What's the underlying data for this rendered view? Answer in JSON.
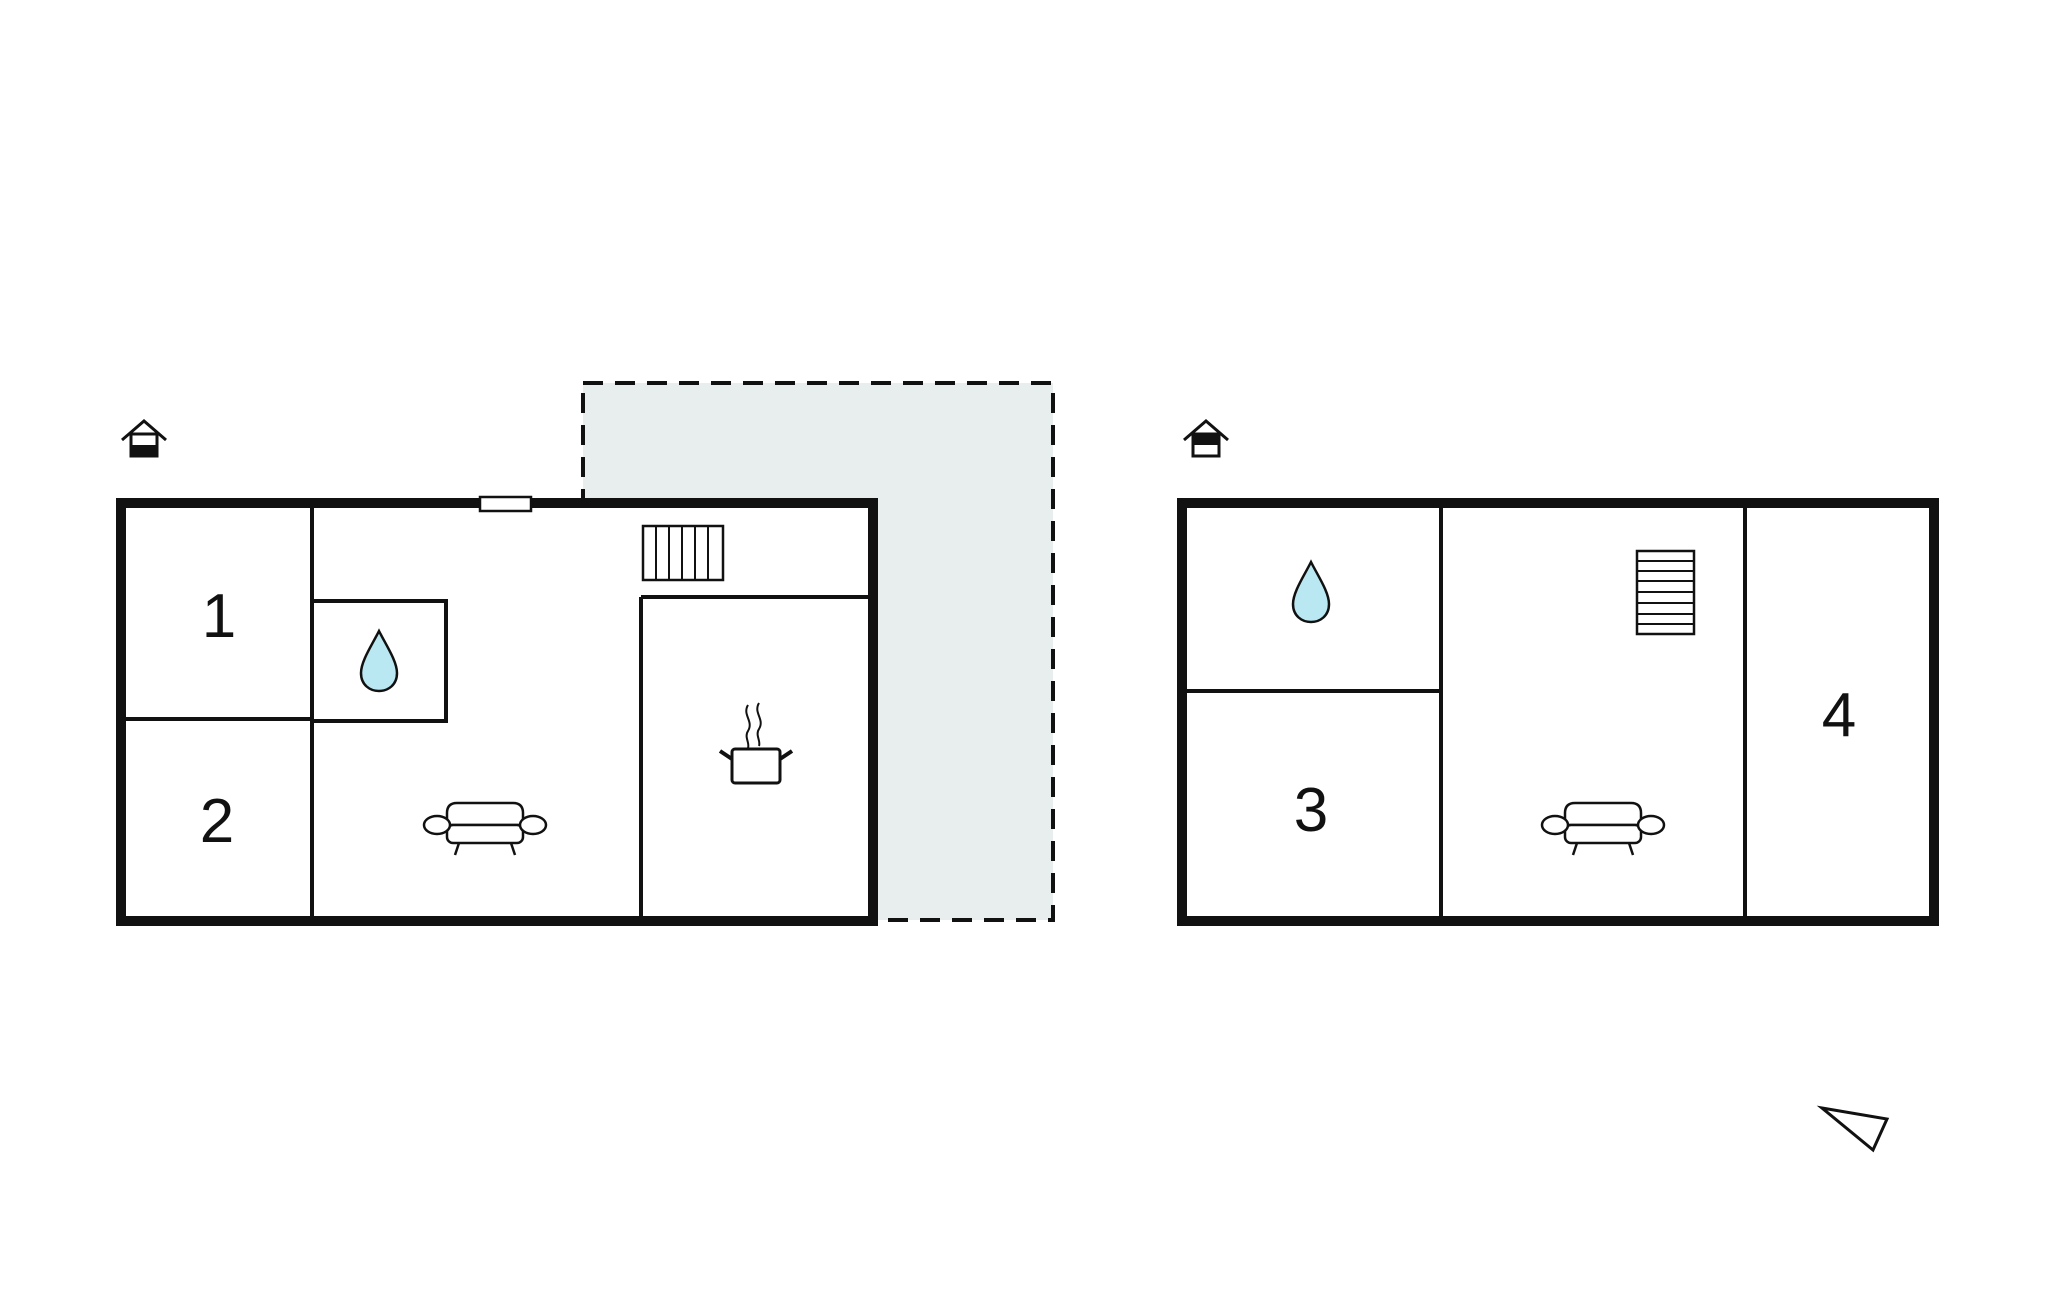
{
  "floor_plan": {
    "ground_floor": {
      "floor_icon": "floor-ground-icon",
      "rooms": [
        {
          "label": "1"
        },
        {
          "label": "2"
        }
      ],
      "fixtures": [
        "bathroom-drop-icon",
        "sofa-icon",
        "cooking-pot-icon",
        "radiator-icon",
        "window-icon",
        "terrace-area"
      ]
    },
    "upper_floor": {
      "floor_icon": "floor-upper-icon",
      "rooms": [
        {
          "label": "3"
        },
        {
          "label": "4"
        }
      ],
      "fixtures": [
        "bathroom-drop-icon",
        "sofa-icon",
        "staircase-icon"
      ]
    },
    "compass": "north-arrow-icon",
    "colors": {
      "wall": "#111111",
      "water": "#b9e8f2",
      "terrace": "#e8eeee",
      "background": "#ffffff"
    }
  }
}
